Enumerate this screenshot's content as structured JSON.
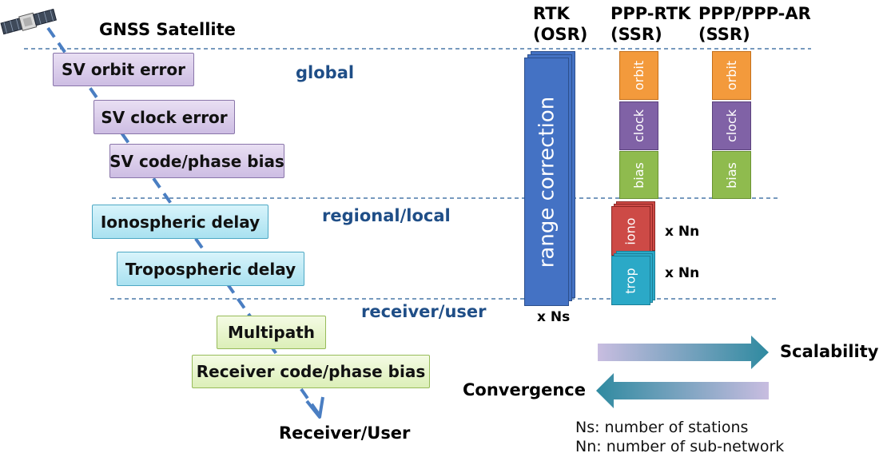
{
  "satellite": {
    "label": "GNSS Satellite"
  },
  "receiver": {
    "label": "Receiver/User"
  },
  "scopes": {
    "global": "global",
    "regional": "regional/local",
    "receiver": "receiver/user"
  },
  "errors": [
    {
      "label": "SV orbit error",
      "group": "purple"
    },
    {
      "label": "SV clock error",
      "group": "purple"
    },
    {
      "label": "SV code/phase bias",
      "group": "purple"
    },
    {
      "label": "Ionospheric delay",
      "group": "cyan"
    },
    {
      "label": "Tropospheric delay",
      "group": "cyan"
    },
    {
      "label": "Multipath",
      "group": "green"
    },
    {
      "label": "Receiver code/phase bias",
      "group": "green"
    }
  ],
  "columns": {
    "rtk": {
      "title_line1": "RTK",
      "title_line2": "(OSR)",
      "bar_label": "range correction",
      "multiplier": "x Ns"
    },
    "ppprtk": {
      "title_line1": "PPP-RTK",
      "title_line2": "(SSR)"
    },
    "pppar": {
      "title_line1": "PPP/PPP-AR",
      "title_line2": "(SSR)"
    }
  },
  "segments": {
    "orbit": "orbit",
    "clock": "clock",
    "bias": "bias",
    "iono": "iono",
    "trop": "trop"
  },
  "multipliers": {
    "iono": "x Nn",
    "trop": "x Nn"
  },
  "arrows": {
    "scalability": "Scalability",
    "convergence": "Convergence"
  },
  "legend": {
    "ns": "Ns: number of stations",
    "nn": "Nn: number of sub-network"
  },
  "colors": {
    "scope_text": "#1f4e87",
    "range_bar": "#4472c4",
    "orbit": "#f39a3c",
    "clock": "#8062a6",
    "bias": "#8fbb4e",
    "iono": "#cd4a46",
    "trop": "#2ba9c7",
    "arrow_right_start": "#c5b8dc",
    "arrow_right_end": "#31879e",
    "arrow_left_start": "#31879e",
    "arrow_left_end": "#c5b8dc"
  }
}
